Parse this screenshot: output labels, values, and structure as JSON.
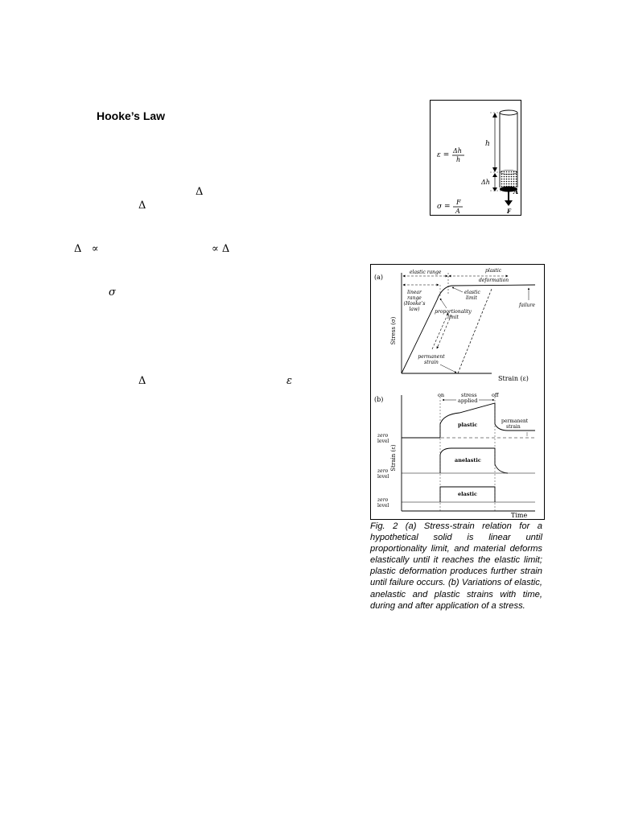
{
  "heading": "Hooke’s Law",
  "stray_symbols": {
    "delta_1": "Δ",
    "delta_2": "Δ",
    "delta_proportional": "Δ   ∝",
    "proportional_delta": "∝ Δ",
    "sigma": "σ",
    "delta_3": "Δ",
    "epsilon": "ε"
  },
  "figure1": {
    "strain_formula": {
      "lhs": "ε =",
      "num": "Δh",
      "den": "h"
    },
    "stress_formula": {
      "lhs": "σ =",
      "num": "F",
      "den": "A"
    },
    "label_h": "h",
    "label_dh": "Δh",
    "label_A": "A",
    "label_F": "F"
  },
  "figure2": {
    "panel_a": {
      "tag": "(a)",
      "elastic_range": "elastic range",
      "plastic_deformation": [
        "plastic",
        "deformation"
      ],
      "linear_range": [
        "linear",
        "range",
        "(Hooke’s",
        "law)"
      ],
      "elastic_limit": [
        "elastic",
        "limit"
      ],
      "proportionality_limit": [
        "proportionality",
        "limit"
      ],
      "failure": "failure",
      "permanent_strain": [
        "permanent",
        "strain"
      ],
      "ylabel": "Stress (σ)",
      "xlabel": "Strain (ε)"
    },
    "panel_b": {
      "tag": "(b)",
      "on": "on",
      "stress_applied": [
        "stress",
        "applied"
      ],
      "off": "off",
      "plastic": "plastic",
      "anelastic": "anelastic",
      "elastic": "elastic",
      "permanent_strain": [
        "permanent",
        "strain"
      ],
      "zero_level": [
        "zero",
        "level"
      ],
      "ylabel": "Strain (ε)",
      "xlabel": "Time"
    },
    "caption": "Fig. 2 (a) Stress-strain relation for a hypothetical solid is linear until proportionality limit, and material deforms elastically until it reaches the elastic limit; plastic deformation produces further strain until failure occurs. (b) Variations of elastic, anelastic and plastic strains with time, during and after application of a stress."
  }
}
